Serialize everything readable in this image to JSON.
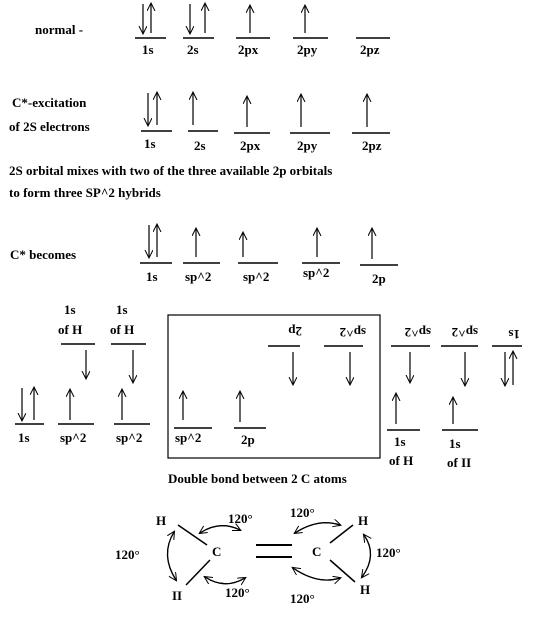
{
  "rows": {
    "normal": {
      "label": "normal -",
      "orbitals": [
        "1s",
        "2s",
        "2px",
        "2py",
        "2pz"
      ]
    },
    "excitation": {
      "label_line1": "C*-excitation",
      "label_line2": "of 2S electrons",
      "orbitals": [
        "1s",
        "2s",
        "2px",
        "2py",
        "2pz"
      ]
    },
    "mixing_text_line1": "2S orbital mixes with two of the three available 2p orbitals",
    "mixing_text_line2": "to form  three SP^2 hybrids",
    "becomes": {
      "label": "C* becomes",
      "orbitals": [
        "1s",
        "sp^2",
        "sp^2",
        "sp^2",
        "2p"
      ]
    }
  },
  "bonding": {
    "h_label_left_1_line1": "1s",
    "h_label_left_1_line2": "of H",
    "h_label_left_2_line1": "1s",
    "h_label_left_2_line2": "of H",
    "left_orbitals": [
      "1s",
      "sp^2",
      "sp^2"
    ],
    "box_bottom_orbitals": [
      "sp^2",
      "2p"
    ],
    "box_top_orbitals_inverted": [
      "2p",
      "sp^2"
    ],
    "right_top_orbitals_inverted": [
      "sp^2",
      "sp^2",
      "1s"
    ],
    "h_label_right_1_line1": "1s",
    "h_label_right_1_line2": "of H",
    "h_label_right_2_line1": "1s",
    "h_label_right_2_line2": "of II",
    "caption": "Double bond between 2 C atoms"
  },
  "molecule": {
    "atoms": {
      "h_top_left": "H",
      "h_bottom_left": "II",
      "c_left": "C",
      "c_right": "C",
      "h_top_right": "H",
      "h_bottom_right": "H"
    },
    "angles": [
      "120°",
      "120°",
      "120°",
      "120°",
      "120°",
      "120°"
    ]
  }
}
